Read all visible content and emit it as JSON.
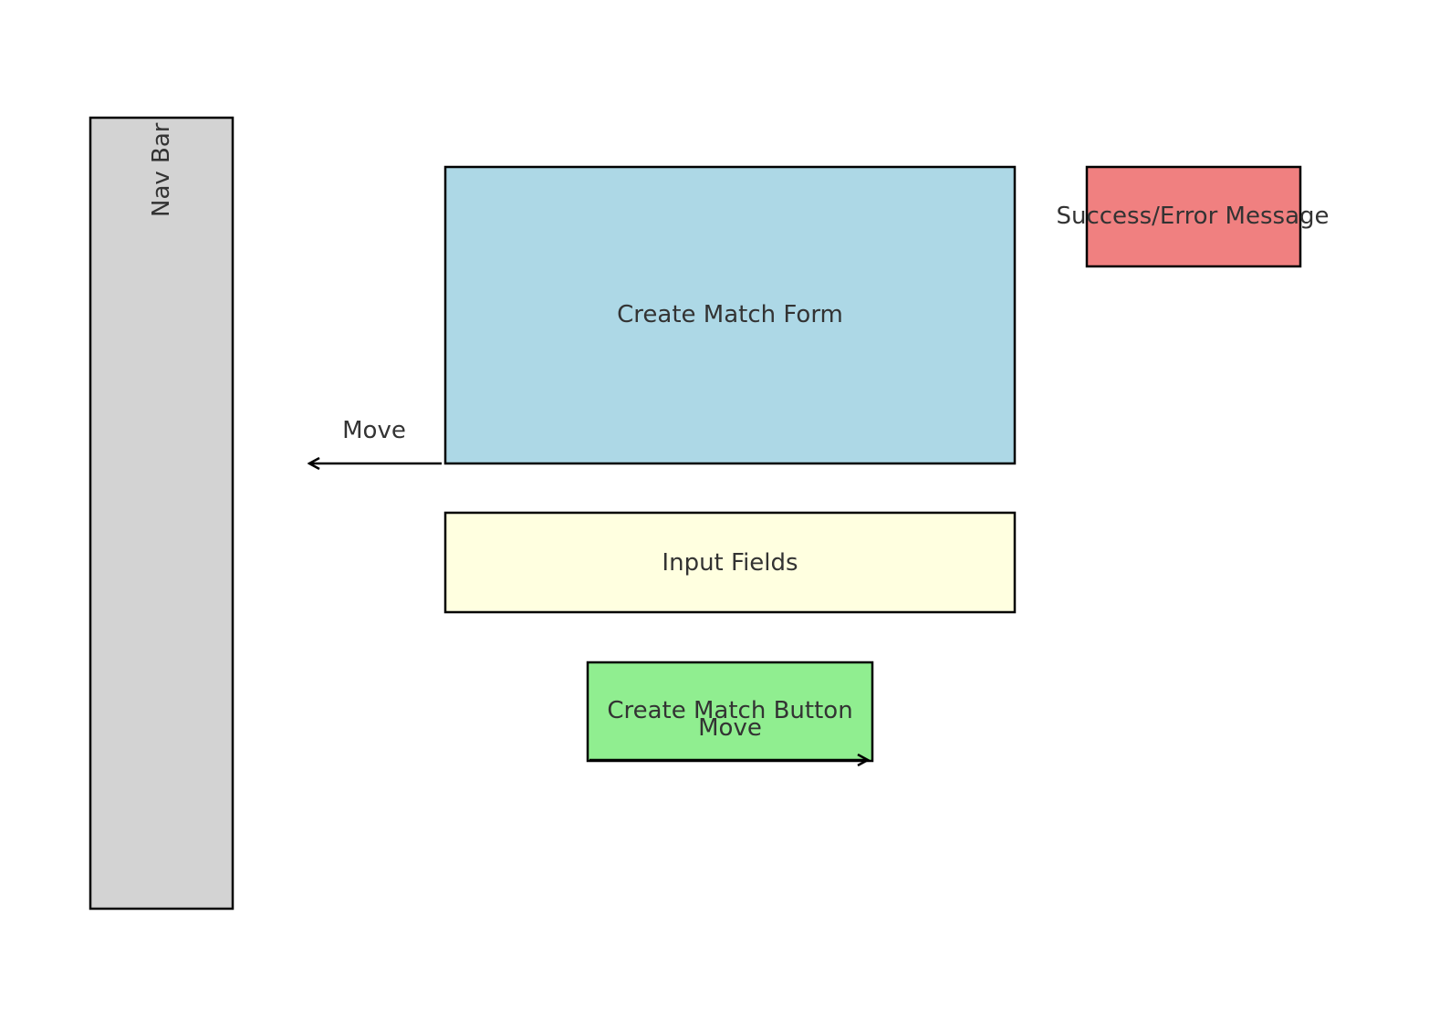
{
  "colors": {
    "nav_bar": "#d3d3d3",
    "form": "#add8e6",
    "input_fields": "#ffffe0",
    "button": "#90ee90",
    "message": "#f08080",
    "text": "#333333",
    "stroke": "#000000"
  },
  "nodes": {
    "nav_bar": {
      "label": "Nav Bar"
    },
    "form": {
      "label": "Create Match Form"
    },
    "input_fields": {
      "label": "Input Fields"
    },
    "button": {
      "label": "Create Match Button"
    },
    "message": {
      "label": "Success/Error Message"
    }
  },
  "arrows": {
    "form_move": {
      "label": "Move",
      "direction": "left"
    },
    "button_move": {
      "label": "Move",
      "direction": "right"
    }
  }
}
